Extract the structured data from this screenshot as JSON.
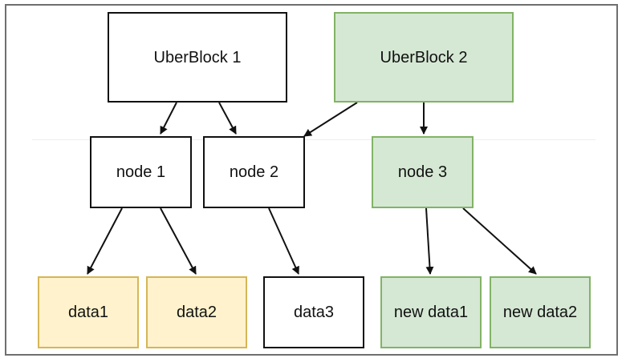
{
  "diagram": {
    "nodes": {
      "ub1": {
        "label": "UberBlock 1",
        "style": "white"
      },
      "ub2": {
        "label": "UberBlock 2",
        "style": "green"
      },
      "n1": {
        "label": "node 1",
        "style": "white"
      },
      "n2": {
        "label": "node 2",
        "style": "white"
      },
      "n3": {
        "label": "node 3",
        "style": "green"
      },
      "d1": {
        "label": "data1",
        "style": "yellow"
      },
      "d2": {
        "label": "data2",
        "style": "yellow"
      },
      "d3": {
        "label": "data3",
        "style": "white"
      },
      "nd1": {
        "label": "new data1",
        "style": "green"
      },
      "nd2": {
        "label": "new data2",
        "style": "green"
      }
    },
    "edges": [
      {
        "from": "ub1",
        "to": "n1"
      },
      {
        "from": "ub1",
        "to": "n2"
      },
      {
        "from": "ub2",
        "to": "n2"
      },
      {
        "from": "ub2",
        "to": "n3"
      },
      {
        "from": "n1",
        "to": "d1"
      },
      {
        "from": "n1",
        "to": "d2"
      },
      {
        "from": "n2",
        "to": "d3"
      },
      {
        "from": "n3",
        "to": "nd1"
      },
      {
        "from": "n3",
        "to": "nd2"
      }
    ],
    "colors": {
      "white_fill": "#ffffff",
      "white_stroke": "#111111",
      "green_fill": "#d5e8d4",
      "green_stroke": "#82b366",
      "yellow_fill": "#fff2cc",
      "yellow_stroke": "#d6b656",
      "edge": "#111111"
    }
  }
}
